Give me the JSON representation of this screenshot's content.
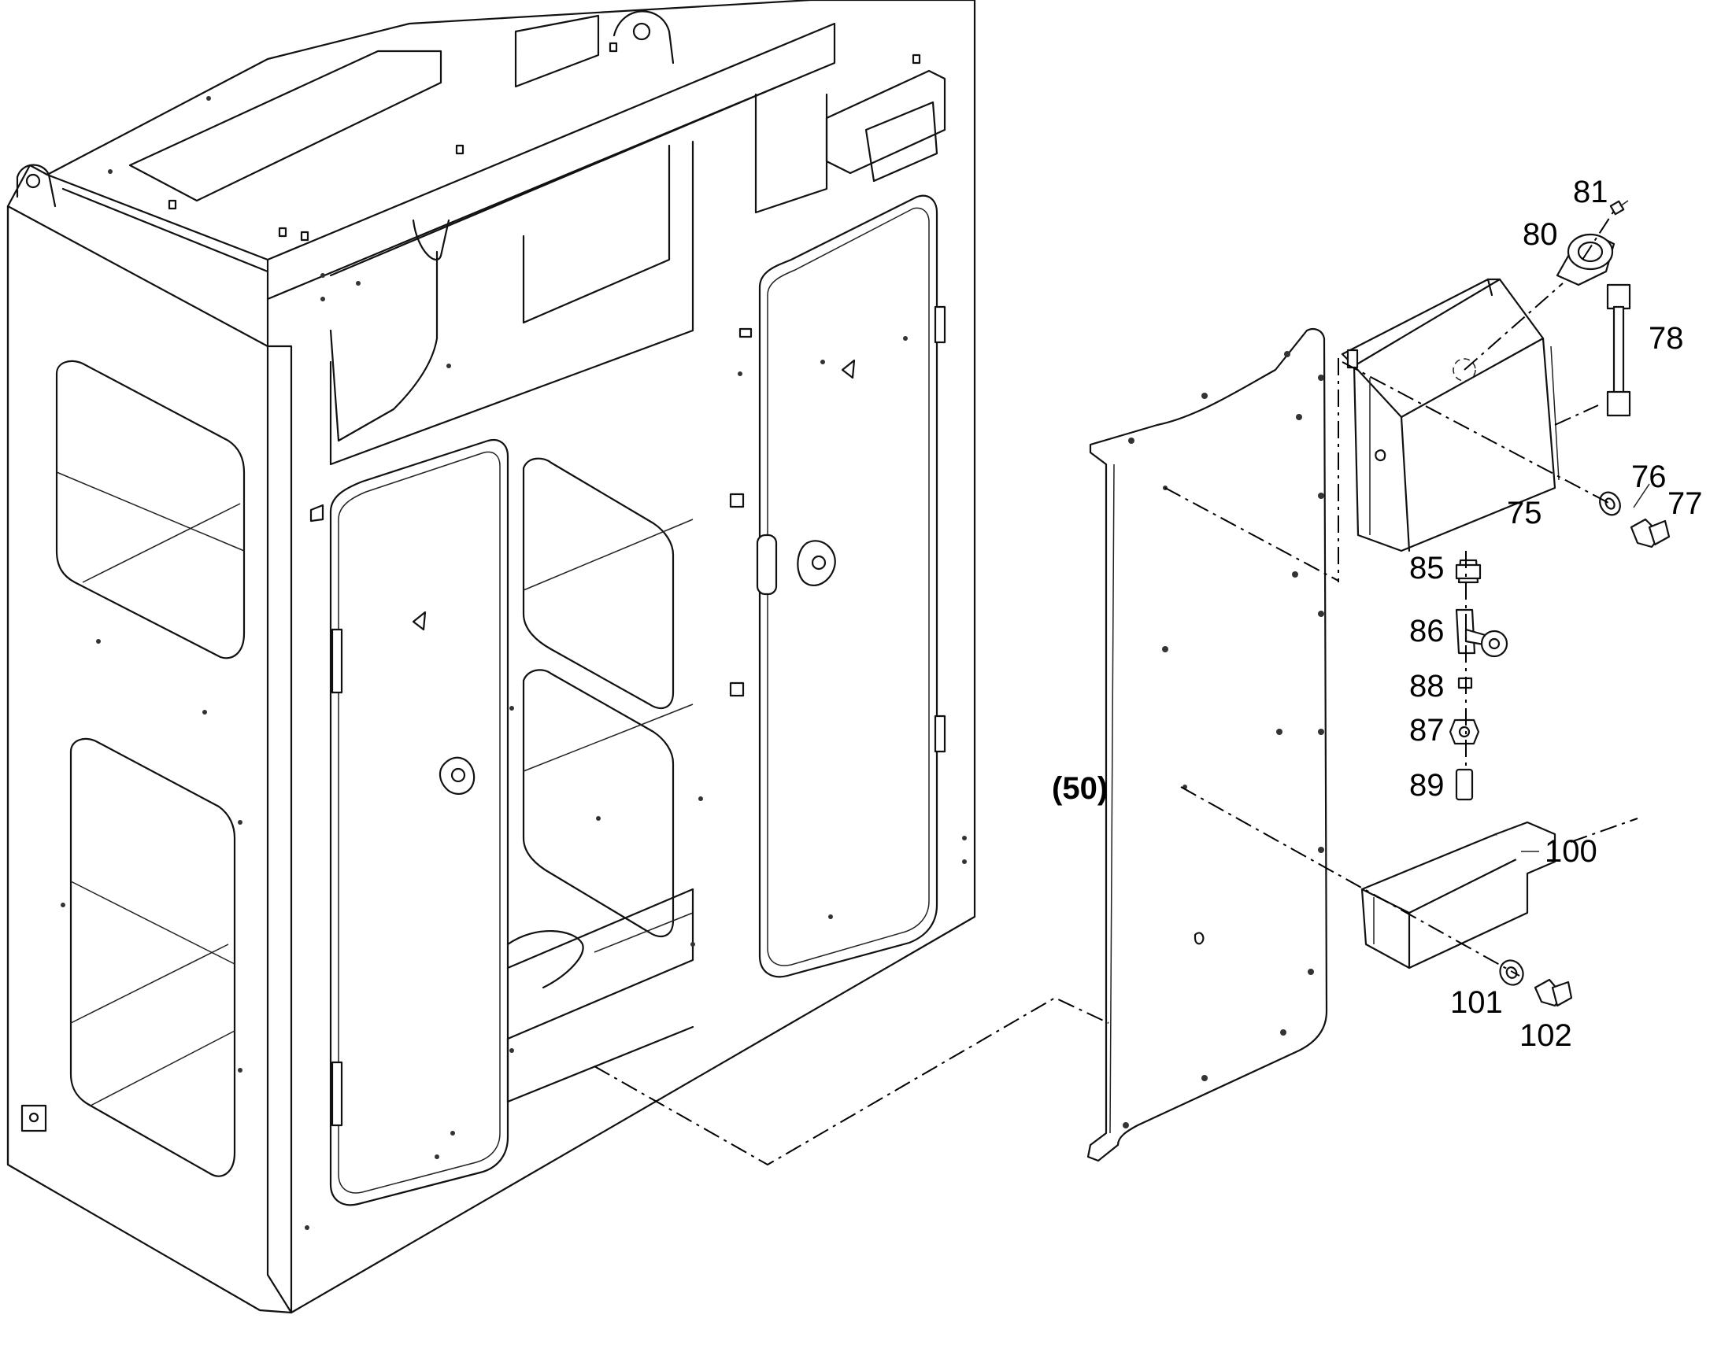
{
  "diagram": {
    "assembly_label": "(50)",
    "callouts": [
      "81",
      "80",
      "78",
      "76",
      "77",
      "75",
      "85",
      "86",
      "88",
      "87",
      "89",
      "100",
      "101",
      "102"
    ]
  }
}
